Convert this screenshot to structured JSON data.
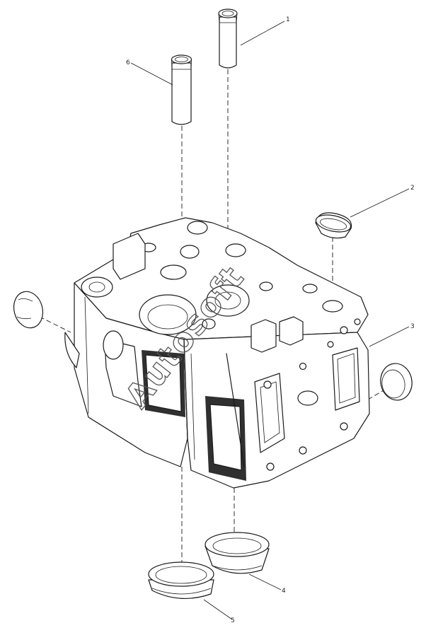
{
  "diagram": {
    "callouts": [
      {
        "id": "callout-1",
        "label": "1"
      },
      {
        "id": "callout-2",
        "label": "2"
      },
      {
        "id": "callout-3",
        "label": "3"
      },
      {
        "id": "callout-4",
        "label": "4"
      },
      {
        "id": "callout-5",
        "label": "5"
      },
      {
        "id": "callout-6",
        "label": "6"
      }
    ],
    "watermark": "Autosoft"
  }
}
